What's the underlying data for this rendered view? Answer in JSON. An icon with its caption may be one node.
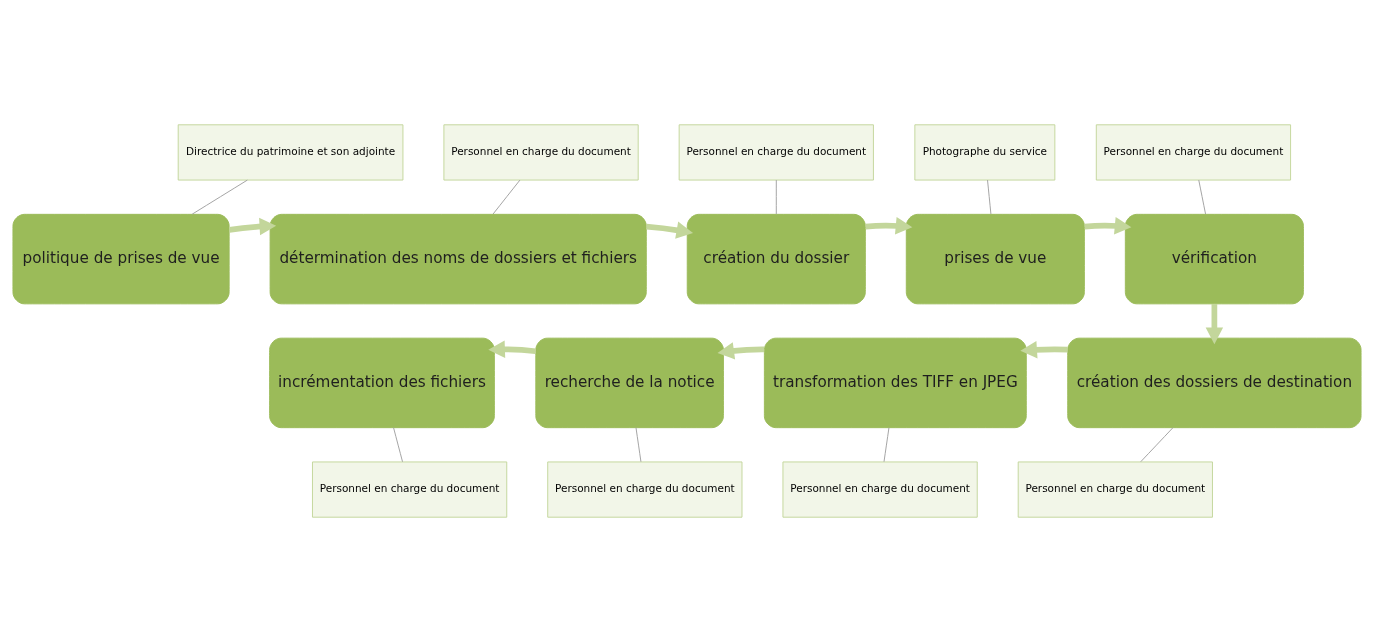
{
  "diagram": {
    "nodes": [
      {
        "text": [
          "politique de prises de vue"
        ]
      },
      {
        "text": [
          "détermination des noms de dossiers et fichiers"
        ]
      },
      {
        "text": [
          "création du dossier"
        ]
      },
      {
        "text": [
          "prises de vue"
        ]
      },
      {
        "text": [
          "vérification"
        ]
      },
      {
        "text": [
          "création des dossiers de destination"
        ]
      },
      {
        "text": [
          "transformation des TIFF en JPEG"
        ]
      },
      {
        "text": [
          "recherche de la notice"
        ]
      },
      {
        "text": [
          "incrémentation des fichiers"
        ]
      },
      {
        "text": [
          "Directrice du patrimoine et son adjointe"
        ]
      },
      {
        "text": [
          "Personnel en charge du document"
        ]
      },
      {
        "text": [
          "Personnel en charge du document"
        ]
      },
      {
        "text": [
          "Photographe du service"
        ]
      },
      {
        "text": [
          "Personnel en charge du document"
        ]
      },
      {
        "text": [
          "Personnel en charge du document"
        ]
      },
      {
        "text": [
          "Personnel en charge du document"
        ]
      },
      {
        "text": [
          "Personnel en charge du document"
        ]
      },
      {
        "text": [
          "Personnel en charge du document"
        ]
      }
    ],
    "edges": [
      {
        "from": 0,
        "to": 1,
        "arrow": "to",
        "style": "thick"
      },
      {
        "from": 1,
        "to": 2,
        "arrow": "to",
        "style": "thick"
      },
      {
        "from": 2,
        "to": 3,
        "arrow": "to",
        "style": "thick"
      },
      {
        "from": 3,
        "to": 4,
        "arrow": "to",
        "style": "thick"
      },
      {
        "from": 4,
        "to": 5,
        "arrow": "to",
        "style": "thick"
      },
      {
        "from": 5,
        "to": 6,
        "arrow": "to",
        "style": "thick"
      },
      {
        "from": 6,
        "to": 7,
        "arrow": "to",
        "style": "thick"
      },
      {
        "from": 7,
        "to": 8,
        "arrow": "to",
        "style": "thick"
      },
      {
        "from": 9,
        "to": 0,
        "arrow": "none"
      },
      {
        "from": 10,
        "to": 1,
        "arrow": "none"
      },
      {
        "from": 11,
        "to": 2,
        "arrow": "none"
      },
      {
        "from": 12,
        "to": 3,
        "arrow": "none"
      },
      {
        "from": 13,
        "to": 4,
        "arrow": "none"
      },
      {
        "from": 14,
        "to": 5,
        "arrow": "none"
      },
      {
        "from": 15,
        "to": 6,
        "arrow": "none"
      },
      {
        "from": 16,
        "to": 7,
        "arrow": "none"
      },
      {
        "from": 17,
        "to": 8,
        "arrow": "none"
      }
    ]
  }
}
